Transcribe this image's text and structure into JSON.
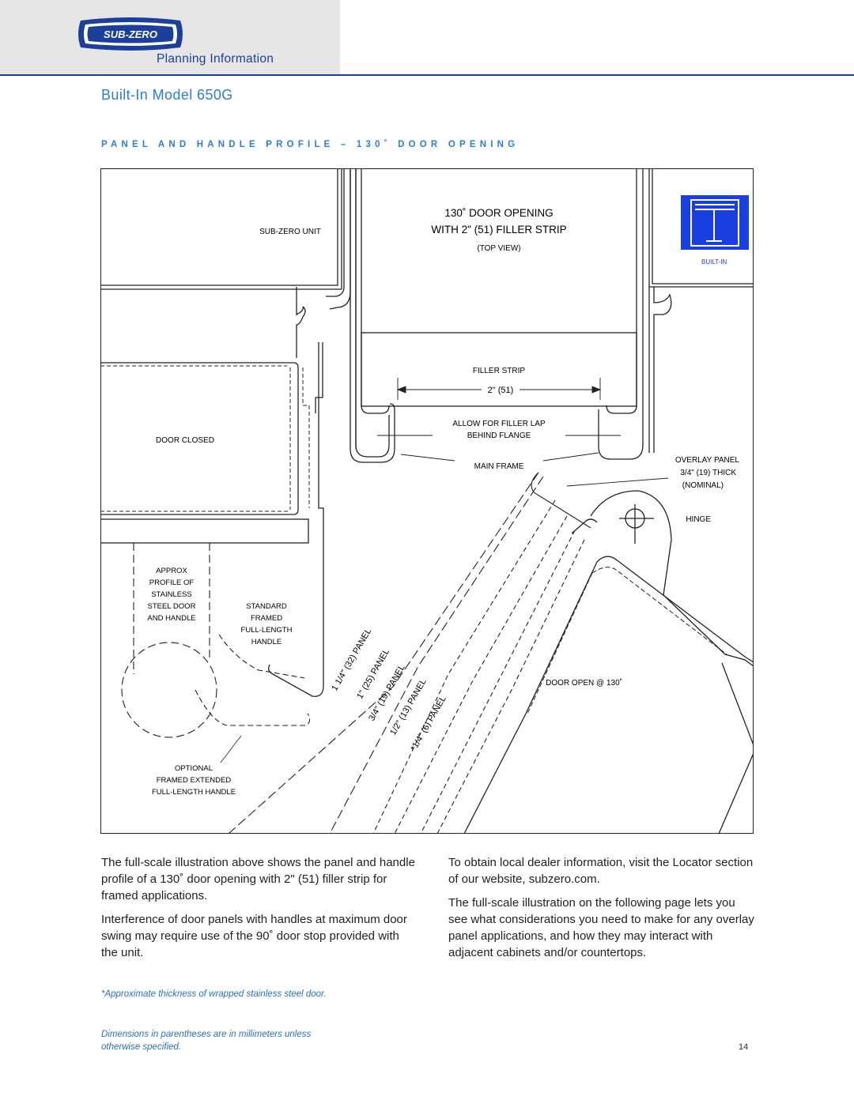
{
  "header": {
    "brand": "SUB-ZERO",
    "subtitle": "Planning Information"
  },
  "page_title": "Built-In Model 650G",
  "section_title": "PANEL AND HANDLE PROFILE – 130˚ DOOR OPENING",
  "diagram": {
    "sub_zero_unit": "SUB-ZERO UNIT",
    "opening_title_1": "130˚ DOOR OPENING",
    "opening_title_2": "WITH 2\" (51) FILLER STRIP",
    "top_view": "(TOP VIEW)",
    "badge_label": "BUILT-IN",
    "filler_strip": "FILLER STRIP",
    "filler_dim": "2\" (51)",
    "allow_lap_1": "ALLOW FOR FILLER LAP",
    "allow_lap_2": "BEHIND FLANGE",
    "main_frame": "MAIN FRAME",
    "door_closed": "DOOR CLOSED",
    "overlay_1": "OVERLAY PANEL",
    "overlay_2": "3/4\" (19) THICK",
    "overlay_3": "(NOMINAL)",
    "hinge": "HINGE",
    "approx_lines": [
      "APPROX",
      "PROFILE OF",
      "STAINLESS",
      "STEEL DOOR",
      "AND HANDLE"
    ],
    "standard_lines": [
      "STANDARD",
      "FRAMED",
      "FULL-LENGTH",
      "HANDLE"
    ],
    "optional_lines": [
      "OPTIONAL",
      "FRAMED EXTENDED",
      "FULL-LENGTH HANDLE"
    ],
    "door_open": "DOOR OPEN @ 130˚",
    "panel_labels": [
      "1 1/4\" (32) PANEL",
      "1\" (25) PANEL",
      "3/4\" (19) PANEL",
      "1/2\" (13) PANEL",
      "*1/4\" (6) PANEL"
    ]
  },
  "body_left": [
    "The full-scale illustration above shows the panel and handle profile of a 130˚ door opening with 2\" (51) filler strip for framed applications.",
    "Interference of door panels with handles at maximum door swing may require use of the 90˚ door stop provided with the unit."
  ],
  "body_right": [
    "To obtain local dealer information, visit the Locator section of our website, subzero.com.",
    "The full-scale illustration on the following page lets you see what considerations you need to make for any overlay panel applications, and how they may interact with adjacent cabinets and/or countertops."
  ],
  "footnote_1": "*Approximate thickness of wrapped stainless steel door.",
  "footnote_2": "Dimensions in parentheses are in millimeters unless otherwise specified.",
  "page_number": "14",
  "colors": {
    "brand_blue": "#1b3f9b",
    "accent_blue": "#2a7fd2",
    "badge_blue": "#1a3fe0"
  }
}
